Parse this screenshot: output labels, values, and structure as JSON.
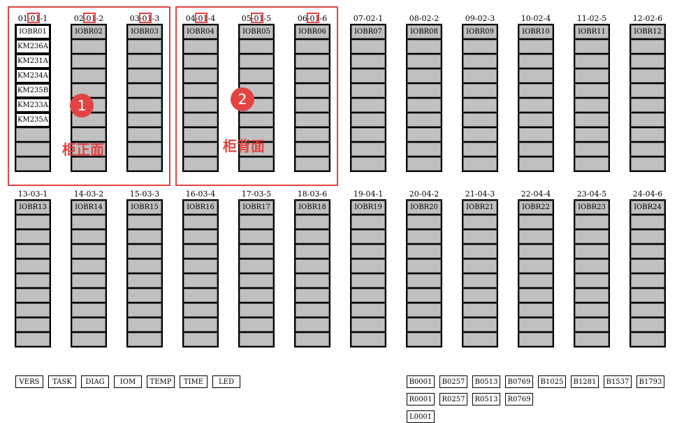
{
  "racks_row1": [
    {
      "label": "01-01-1",
      "module": "IOBR01",
      "cards": [
        "KM236A",
        "KM231A",
        "KM234A",
        "KM235B",
        "KM233A",
        "KM235A"
      ]
    },
    {
      "label": "02-01-2",
      "module": "IOBR02",
      "cards": []
    },
    {
      "label": "03-01-3",
      "module": "IOBR03",
      "cards": []
    },
    {
      "label": "04-01-4",
      "module": "IOBR04",
      "cards": []
    },
    {
      "label": "05-01-5",
      "module": "IOBR05",
      "cards": []
    },
    {
      "label": "06-01-6",
      "module": "IOBR06",
      "cards": []
    },
    {
      "label": "07-02-1",
      "module": "IOBR07",
      "cards": []
    },
    {
      "label": "08-02-2",
      "module": "IOBR08",
      "cards": []
    },
    {
      "label": "09-02-3",
      "module": "IOBR09",
      "cards": []
    },
    {
      "label": "10-02-4",
      "module": "IOBR10",
      "cards": []
    },
    {
      "label": "11-02-5",
      "module": "IOBR11",
      "cards": []
    },
    {
      "label": "12-02-6",
      "module": "IOBR12",
      "cards": []
    }
  ],
  "racks_row2": [
    {
      "label": "13-03-1",
      "module": "IOBR13",
      "cards": []
    },
    {
      "label": "14-03-2",
      "module": "IOBR14",
      "cards": []
    },
    {
      "label": "15-03-3",
      "module": "IOBR15",
      "cards": []
    },
    {
      "label": "16-03-4",
      "module": "IOBR16",
      "cards": []
    },
    {
      "label": "17-03-5",
      "module": "IOBR17",
      "cards": []
    },
    {
      "label": "18-03-6",
      "module": "IOBR18",
      "cards": []
    },
    {
      "label": "19-04-1",
      "module": "IOBR19",
      "cards": []
    },
    {
      "label": "20-04-2",
      "module": "IOBR20",
      "cards": []
    },
    {
      "label": "21-04-3",
      "module": "IOBR21",
      "cards": []
    },
    {
      "label": "22-04-4",
      "module": "IOBR22",
      "cards": []
    },
    {
      "label": "23-04-5",
      "module": "IOBR23",
      "cards": []
    },
    {
      "label": "24-04-6",
      "module": "IOBR24",
      "cards": []
    }
  ],
  "slots_per_rack": 9,
  "annotations": {
    "front": {
      "number": "1",
      "text": "柜正面"
    },
    "back": {
      "number": "2",
      "text": "柜背面"
    },
    "color": "#e24444"
  },
  "system_buttons": [
    "VERS",
    "TASK",
    "DIAG",
    "IOM",
    "TEMP",
    "TIME",
    "LED"
  ],
  "address_buttons": {
    "row1": [
      "B0001",
      "B0257",
      "B0513",
      "B0769",
      "B1025",
      "B1281",
      "B1537",
      "B1793"
    ],
    "row2": [
      "R0001",
      "R0257",
      "R0513",
      "R0769"
    ],
    "row3": [
      "L0001"
    ]
  }
}
